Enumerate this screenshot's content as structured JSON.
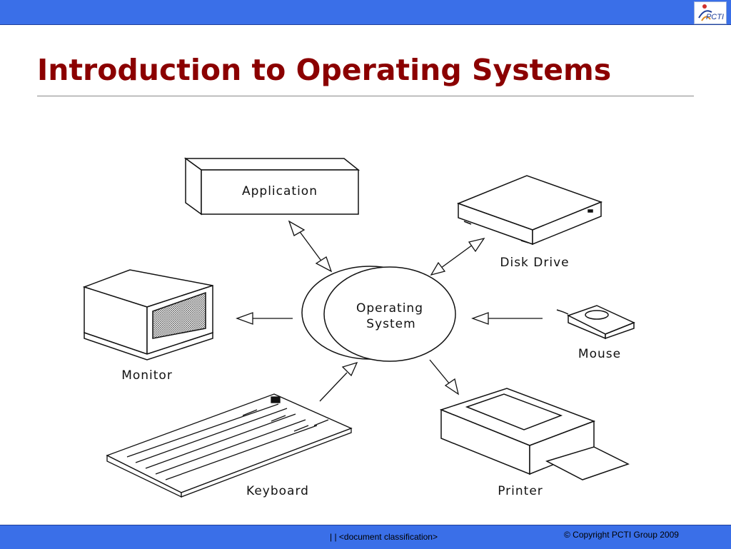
{
  "header": {
    "logo_text": "PCTI"
  },
  "slide": {
    "title": "Introduction to Operating Systems"
  },
  "diagram": {
    "center": [
      "Operating",
      "System"
    ],
    "application": "Application",
    "disk_drive": "Disk Drive",
    "monitor": "Monitor",
    "mouse": "Mouse",
    "keyboard": "Keyboard",
    "printer": "Printer"
  },
  "footer": {
    "classification": "|   | <document classification>",
    "copyright": "© Copyright  PCTI Group 2009"
  }
}
